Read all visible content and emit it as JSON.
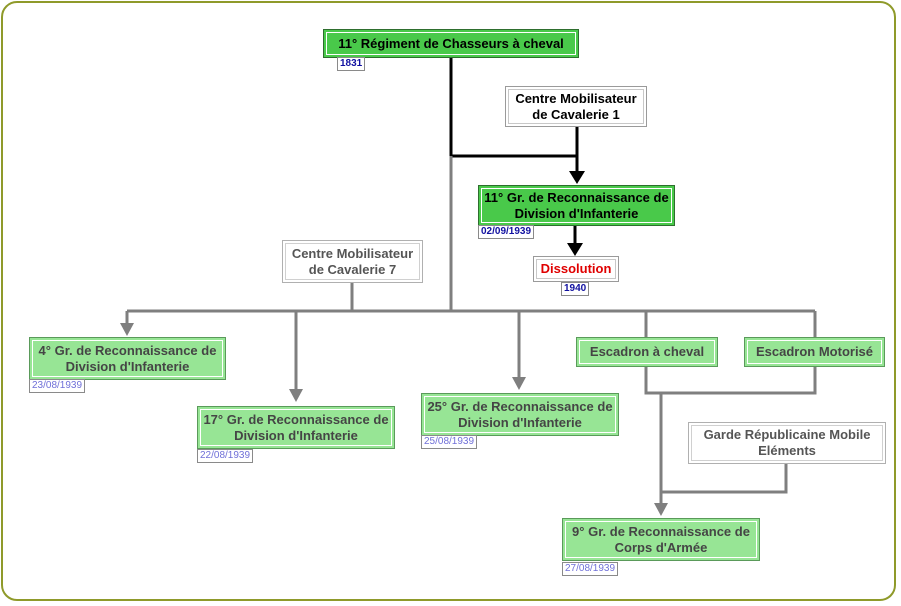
{
  "units": {
    "regiment": {
      "name": "11° Régiment de Chasseurs à cheval",
      "date": "1831"
    },
    "cmc1": {
      "name": "Centre Mobilisateur de Cavalerie 1"
    },
    "grdi11": {
      "name": "11° Gr. de Reconnaissance de Division d'Infanterie",
      "date": "02/09/1939"
    },
    "dissolution": {
      "name": "Dissolution",
      "date": "1940"
    },
    "cmc7": {
      "name": "Centre Mobilisateur de Cavalerie 7"
    },
    "grdi4": {
      "name": "4° Gr. de Reconnaissance de Division d'Infanterie",
      "date": "23/08/1939"
    },
    "grdi17": {
      "name": "17° Gr. de Reconnaissance de Division d'Infanterie",
      "date": "22/08/1939"
    },
    "grdi25": {
      "name": "25° Gr. de Reconnaissance de Division d'Infanterie",
      "date": "25/08/1939"
    },
    "escadron_cheval": {
      "name": "Escadron à cheval"
    },
    "escadron_motorise": {
      "name": "Escadron Motorisé"
    },
    "gardemobile": {
      "name": "Garde Républicaine Mobile Eléments"
    },
    "grca9": {
      "name": "9° Gr. de Reconnaissance de Corps d'Armée",
      "date": "27/08/1939"
    }
  },
  "colors": {
    "frame": "#8f9a2a",
    "dark_green": "#49c94a",
    "light_green": "#97e595",
    "line_black": "#000000",
    "line_grey": "#808080",
    "red_text": "#e00000"
  }
}
